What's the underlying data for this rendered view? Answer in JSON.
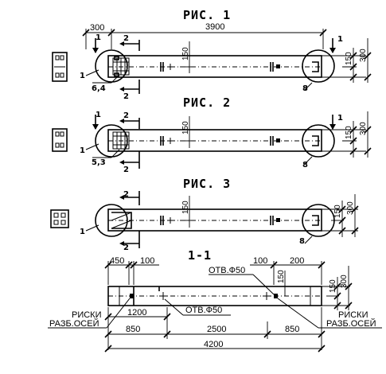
{
  "figures": {
    "fig1": {
      "title": "РИС. 1",
      "dim_top_left": "300",
      "dim_top_total": "3900",
      "dim_h1": "150",
      "dim_side_150": "150",
      "dim_side_300": "300",
      "mark_1_top": "1",
      "mark_1_top_right": "1",
      "mark_2_top": "2",
      "mark_2_bottom": "2",
      "leader_1": "1",
      "leader_64": "6,4",
      "leader_8": "8"
    },
    "fig2": {
      "title": "РИС. 2",
      "dim_h1": "150",
      "dim_side_150": "150",
      "dim_side_300": "300",
      "mark_1_top": "1",
      "mark_1_top_right": "1",
      "mark_2_top": "2",
      "mark_2_bottom": "2",
      "leader_1": "1",
      "leader_53": "5,3",
      "leader_8": "8"
    },
    "fig3": {
      "title": "РИС. 3",
      "dim_h1": "150",
      "dim_side_150": "150",
      "dim_side_300": "300",
      "mark_2_top": "2",
      "mark_2_bottom": "2",
      "leader_1": "1",
      "leader_8": "8"
    },
    "section": {
      "title": "1-1",
      "dim_450": "450",
      "dim_100_left": "100",
      "dim_100_right": "100",
      "dim_200": "200",
      "dim_150_inner": "150",
      "dim_150_side": "150",
      "dim_300_side": "300",
      "hole_top": "ОТВ.Ф50",
      "hole_bottom": "ОТВ.Ф50",
      "dim_1200": "1200",
      "dim_850_left": "850",
      "dim_2500": "2500",
      "dim_850_right": "850",
      "dim_4200": "4200",
      "riski_left_1": "РИСКИ",
      "riski_left_2": "РАЗБ.ОСЕЙ",
      "riski_right_1": "РИСКИ",
      "riski_right_2": "РАЗБ.ОСЕЙ"
    }
  }
}
